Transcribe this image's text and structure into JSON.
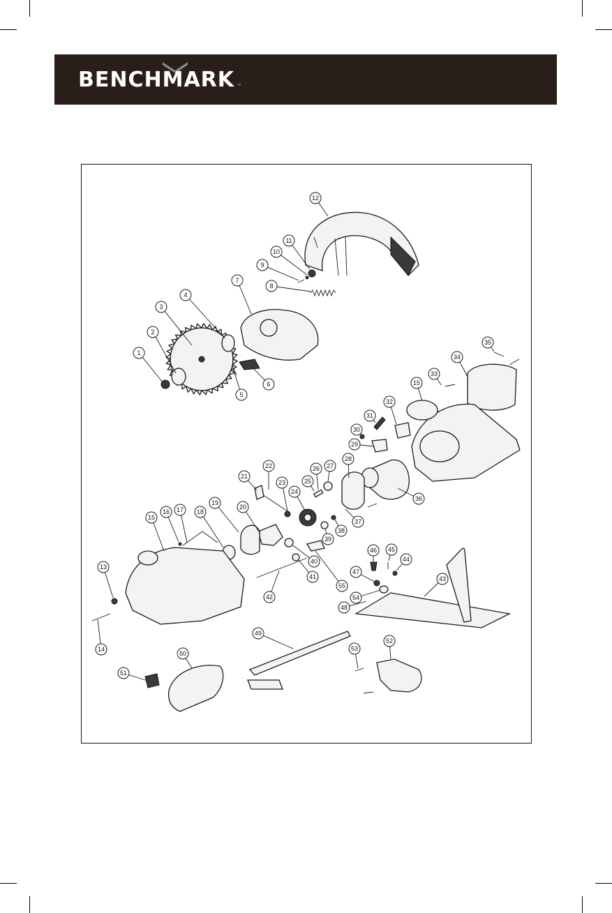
{
  "header": {
    "brand": "BENCHMARK",
    "registered_mark": "™",
    "background_color": "#2a1e1a",
    "text_color": "#ffffff"
  },
  "diagram": {
    "type": "exploded-parts-view",
    "callouts": [
      "1",
      "2",
      "3",
      "4",
      "5",
      "6",
      "7",
      "8",
      "9",
      "10",
      "11",
      "12",
      "13",
      "14",
      "15",
      "15",
      "16",
      "17",
      "18",
      "19",
      "20",
      "21",
      "22",
      "23",
      "24",
      "25",
      "26",
      "27",
      "28",
      "29",
      "30",
      "31",
      "32",
      "33",
      "34",
      "35",
      "36",
      "37",
      "38",
      "39",
      "40",
      "41",
      "42",
      "43",
      "44",
      "45",
      "46",
      "47",
      "48",
      "49",
      "50",
      "51",
      "52",
      "53",
      "54",
      "55"
    ]
  }
}
